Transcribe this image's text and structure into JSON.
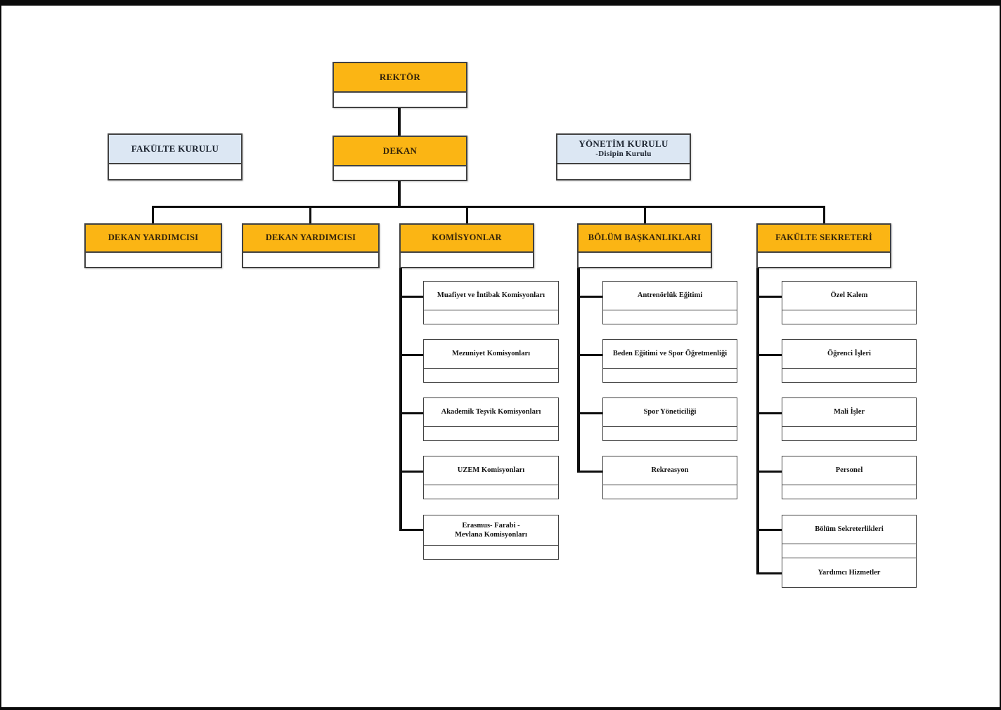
{
  "colors": {
    "box_orange": "#FBB514",
    "box_light_blue": "#DCE7F3",
    "connector_black": "#0e0e0e",
    "border_gray": "#414141"
  },
  "org": {
    "rektor": "REKTÖR",
    "dekan": "DEKAN",
    "fakulte_kurulu": "FAKÜLTE KURULU",
    "yonetim_kurulu": {
      "line1": "YÖNETİM KURULU",
      "line2": "-Disipin Kurulu"
    },
    "branches": [
      {
        "label": "DEKAN YARDIMCISI"
      },
      {
        "label": "DEKAN YARDIMCISI"
      },
      {
        "label": "KOMİSYONLAR"
      },
      {
        "label": "BÖLÜM BAŞKANLIKLARI"
      },
      {
        "label": "FAKÜLTE SEKRETERİ"
      }
    ],
    "komisyonlar_children": [
      {
        "label": "Muafiyet ve İntibak Komisyonları"
      },
      {
        "label": "Mezuniyet Komisyonları"
      },
      {
        "label": "Akademik Teşvik Komisyonları"
      },
      {
        "label": "UZEM Komisyonları"
      },
      {
        "line1": "Erasmus- Farabi -",
        "line2": "Mevlana Komisyonları"
      }
    ],
    "bolum_children": [
      {
        "label": "Antrenörlük Eğitimi"
      },
      {
        "label": "Beden Eğitimi ve Spor Öğretmenliği"
      },
      {
        "label": "Spor Yöneticiliği"
      },
      {
        "label": "Rekreasyon"
      }
    ],
    "sekreter_children": [
      {
        "label": "Özel Kalem"
      },
      {
        "label": "Öğrenci İşleri"
      },
      {
        "label": "Mali İşler"
      },
      {
        "label": "Personel"
      },
      {
        "label": "Bölüm Sekreterlikleri"
      },
      {
        "label": "Yardımcı Hizmetler"
      }
    ]
  }
}
